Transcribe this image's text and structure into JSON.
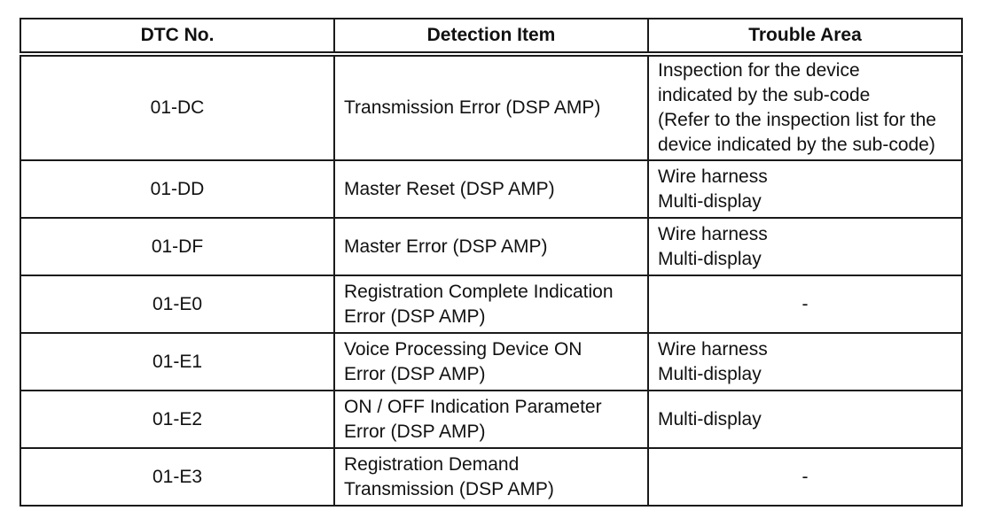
{
  "table": {
    "headers": {
      "dtc": "DTC No.",
      "item": "Detection Item",
      "area": "Trouble Area"
    },
    "rows": [
      {
        "dtc": "01-DC",
        "item": [
          "Transmission Error (DSP AMP)"
        ],
        "area": [
          "Inspection for the device",
          "indicated by the sub-code",
          "(Refer to the inspection list for the",
          "device indicated by the sub-code)"
        ]
      },
      {
        "dtc": "01-DD",
        "item": [
          "Master Reset (DSP AMP)"
        ],
        "area": [
          "Wire harness",
          "Multi-display"
        ]
      },
      {
        "dtc": "01-DF",
        "item": [
          "Master Error (DSP AMP)"
        ],
        "area": [
          "Wire harness",
          "Multi-display"
        ]
      },
      {
        "dtc": "01-E0",
        "item": [
          "Registration Complete Indication",
          "Error (DSP AMP)"
        ],
        "area": [
          "-"
        ]
      },
      {
        "dtc": "01-E1",
        "item": [
          "Voice Processing Device ON",
          "Error (DSP AMP)"
        ],
        "area": [
          "Wire harness",
          "Multi-display"
        ]
      },
      {
        "dtc": "01-E2",
        "item": [
          "ON / OFF Indication Parameter",
          "Error (DSP AMP)"
        ],
        "area": [
          "Multi-display"
        ]
      },
      {
        "dtc": "01-E3",
        "item": [
          "Registration Demand",
          "Transmission (DSP AMP)"
        ],
        "area": [
          "-"
        ]
      }
    ]
  }
}
